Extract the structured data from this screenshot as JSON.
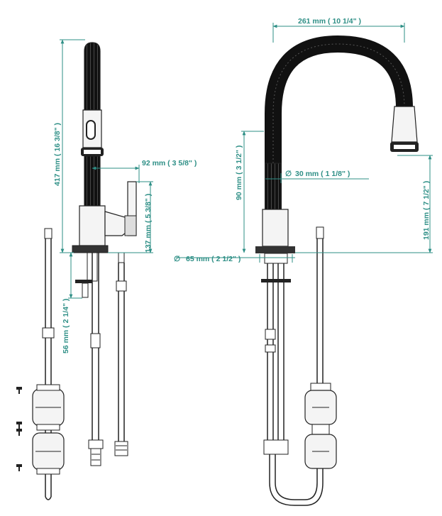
{
  "colors": {
    "dimension": "#2e8f86",
    "outline": "#222222",
    "hose_black": "#111111",
    "chrome": "#f4f4f4"
  },
  "dimensions": {
    "height_total": "417 mm ( 16 3/8\" )",
    "reach_handle": "92 mm ( 3 5/8\" )",
    "handle_height": "137 mm ( 5 3/8\" )",
    "below_deck": "56 mm ( 2 1/4\" )",
    "spout_reach": "261 mm ( 10 1/4\" )",
    "neck_diameter": "30 mm ( 1 1/8\" )",
    "base_height": "90 mm ( 3 1/2\" )",
    "spout_clearance": "191 mm ( 7 1/2\" )",
    "base_diameter": "65 mm ( 2 1/2\" )"
  },
  "symbols": {
    "diameter": "∅"
  }
}
